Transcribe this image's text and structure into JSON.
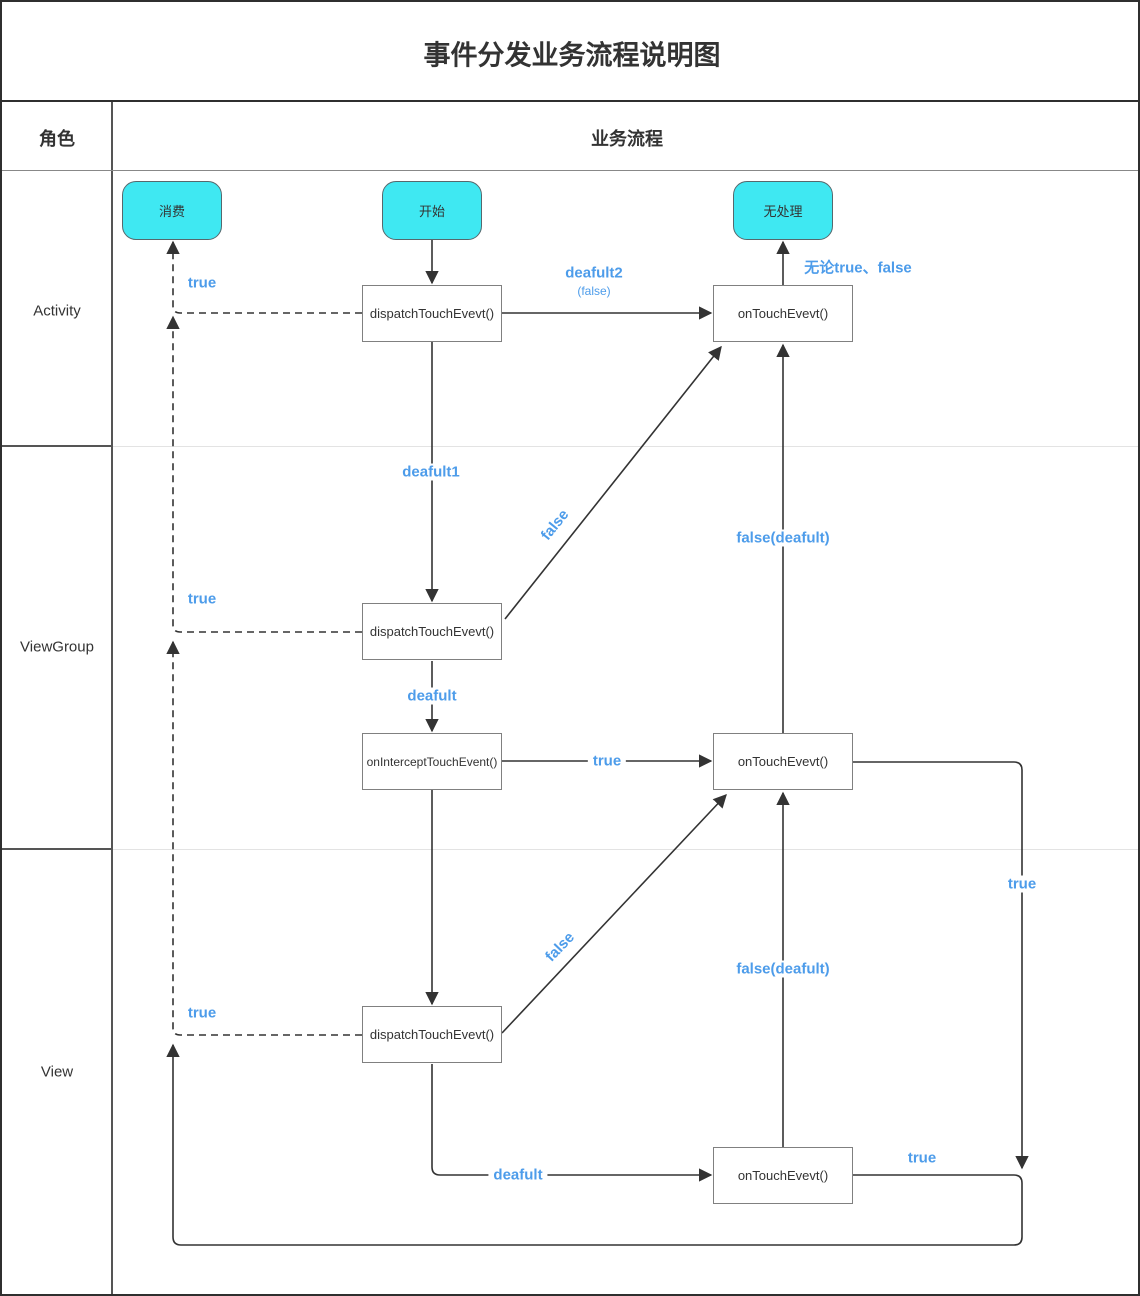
{
  "title": "事件分发业务流程说明图",
  "header": {
    "role_label": "角色",
    "process_label": "业务流程"
  },
  "lanes": {
    "activity": "Activity",
    "viewgroup": "ViewGroup",
    "view": "View"
  },
  "terminals": {
    "consume": "消费",
    "start": "开始",
    "no_handle": "无处理"
  },
  "nodes": {
    "activity_dispatch": "dispatchTouchEvevt()",
    "activity_ontouch": "onTouchEvevt()",
    "viewgroup_dispatch": "dispatchTouchEvevt()",
    "viewgroup_onintercept": "onInterceptTouchEvent()",
    "viewgroup_ontouch": "onTouchEvevt()",
    "view_dispatch": "dispatchTouchEvevt()",
    "view_ontouch": "onTouchEvevt()"
  },
  "edge_labels": {
    "activity_true": "true",
    "deafult2": "deafult2",
    "deafult2_sub": "(false)",
    "any_true_false": "无论true、false",
    "deafult1": "deafult1",
    "viewgroup_true": "true",
    "false_diagonal_activity": "false",
    "false_deafult_activity": "false(deafult)",
    "deafult": "deafult",
    "intercept_true": "true",
    "false_deafult_viewgroup": "false(deafult)",
    "view_true": "true",
    "false_diagonal_viewgroup": "false",
    "right_true": "true",
    "bottom_deafult": "deafult",
    "bottom_true": "true"
  },
  "colors": {
    "accent-blue": "#4d9cea",
    "terminal-fill": "#3fe8f2",
    "terminal-border": "#56686d",
    "line-color": "#333333",
    "node-border": "#808080"
  }
}
